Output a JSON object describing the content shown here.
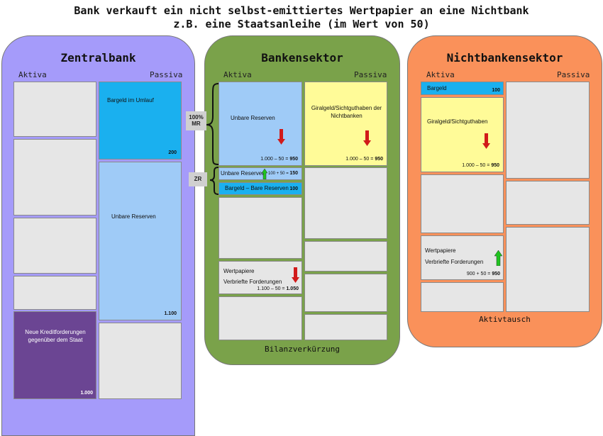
{
  "title": {
    "line1": "Bank verkauft ein nicht selbst-emittiertes Wertpapier an eine Nichtbank",
    "line2": "z.B. eine Staatsanleihe (im Wert von 50)"
  },
  "colors": {
    "zentralbank": "#a59bfa",
    "bankensektor": "#7aa24a",
    "nichtbankensektor": "#fa915a",
    "reserves": "#9fcbf7",
    "cash": "#1ab0ef",
    "deposits": "#fffb98",
    "credit": "#6b4593",
    "decrease_arrow": "#d11a1a",
    "increase_arrow": "#1fc41f"
  },
  "zentralbank": {
    "title": "Zentralbank",
    "aktiva": "Aktiva",
    "passiva": "Passiva",
    "bargeld": {
      "label": "Bargeld im Umlauf",
      "value": "200"
    },
    "reserven": {
      "label": "Unbare Reserven",
      "value": "1.100"
    },
    "kredit": {
      "label": "Neue Kreditforderungen gegenüber dem Staat",
      "value": "1.000"
    }
  },
  "bankensektor": {
    "title": "Bankensektor",
    "aktiva": "Aktiva",
    "passiva": "Passiva",
    "reserven": {
      "label": "Unbare Reserven",
      "calc": "1.000 – 50 = ",
      "result": "950"
    },
    "giral": {
      "label": "Giralgeld/Sichtguthaben der Nichtbanken",
      "calc": "1.000 – 50 = ",
      "result": "950"
    },
    "zr_reserven": {
      "label": "Unbare Reserven",
      "calc": "100 + 50 = ",
      "result": "150"
    },
    "bargeld_minus": {
      "label": "Bargeld – Bare Reserven",
      "value": "100"
    },
    "wertpapiere": {
      "label1": "Wertpapiere",
      "label2": "Verbriefte Forderungen",
      "calc": "1.100 – 50 = ",
      "result": "1.050"
    },
    "mr_tag": {
      "line1": "100%",
      "line2": "MR"
    },
    "zr_tag": "ZR",
    "bottom": "Bilanzverkürzung"
  },
  "nichtbankensektor": {
    "title": "Nichtbankensektor",
    "aktiva": "Aktiva",
    "passiva": "Passiva",
    "bargeld": {
      "label": "Bargeld",
      "value": "100"
    },
    "giral": {
      "label": "Giralgeld/Sichtguthaben",
      "calc": "1.000 – 50 = ",
      "result": "950"
    },
    "wertpapiere": {
      "label1": "Wertpapiere",
      "label2": "Verbriefte Forderungen",
      "calc": "900 + 50 = ",
      "result": "950"
    },
    "bottom": "Aktivtausch"
  }
}
